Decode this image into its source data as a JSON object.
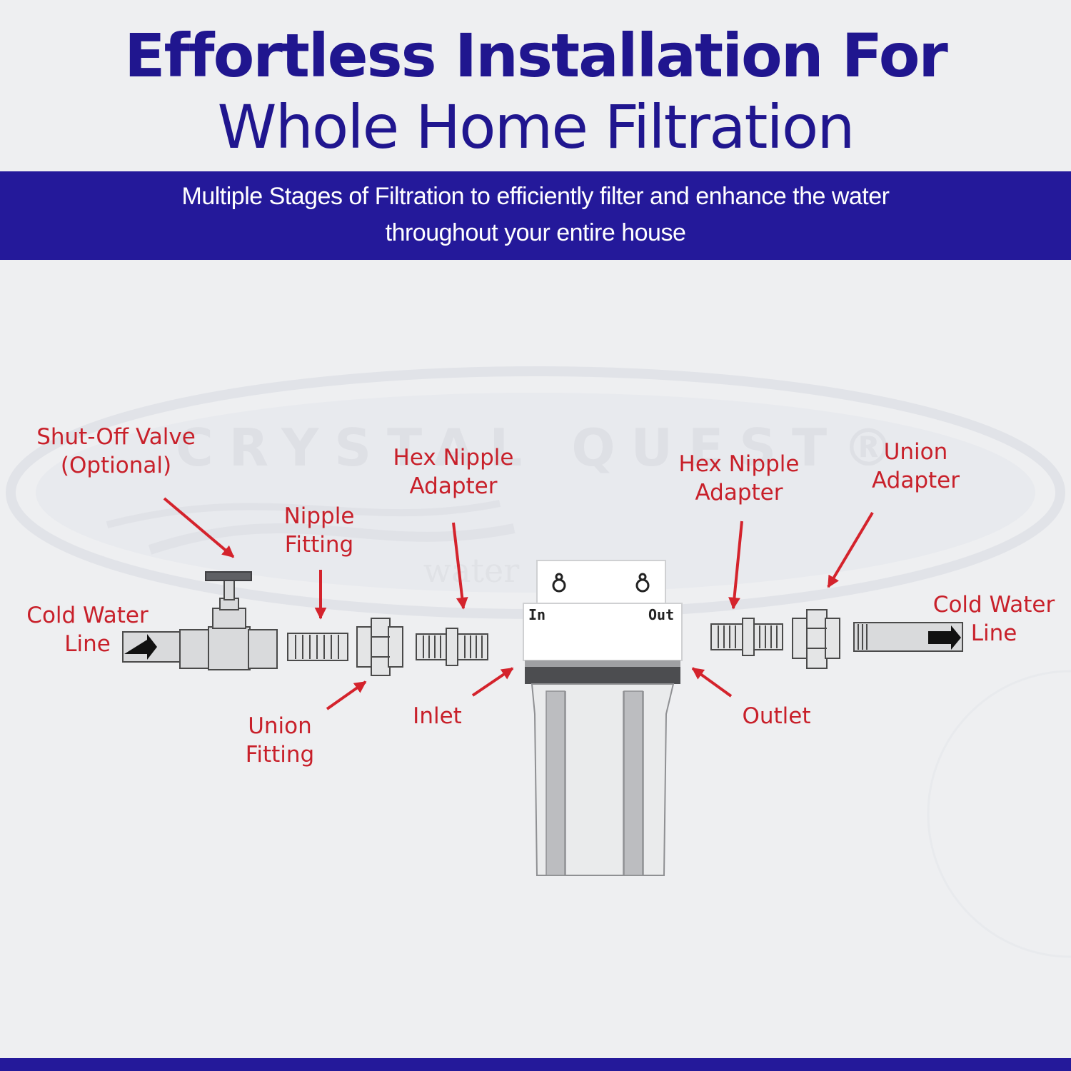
{
  "header": {
    "title_line1": "Effortless Installation For",
    "title_line2": "Whole Home Filtration",
    "subtitle_line1": "Multiple Stages of Filtration to efficiently filter and enhance the water",
    "subtitle_line2": "throughout your entire house"
  },
  "watermark": {
    "brand": "CRYSTAL QUEST®",
    "tagline": "water"
  },
  "housing": {
    "in_label": "In",
    "out_label": "Out"
  },
  "labels": {
    "cold_water_line_left": [
      "Cold Water",
      "Line"
    ],
    "shut_off_valve": [
      "Shut-Off Valve",
      "(Optional)"
    ],
    "nipple_fitting": [
      "Nipple",
      "Fitting"
    ],
    "union_fitting": [
      "Union",
      "Fitting"
    ],
    "hex_nipple_adapter_left": [
      "Hex Nipple",
      "Adapter"
    ],
    "inlet": [
      "Inlet"
    ],
    "hex_nipple_adapter_right": [
      "Hex Nipple",
      "Adapter"
    ],
    "union_adapter": [
      "Union",
      "Adapter"
    ],
    "outlet": [
      "Outlet"
    ],
    "cold_water_line_right": [
      "Cold Water",
      "Line"
    ]
  },
  "colors": {
    "brand_blue": "#20168f",
    "band_blue": "#24199a",
    "label_red": "#c8202a",
    "background": "#eeeff1"
  }
}
